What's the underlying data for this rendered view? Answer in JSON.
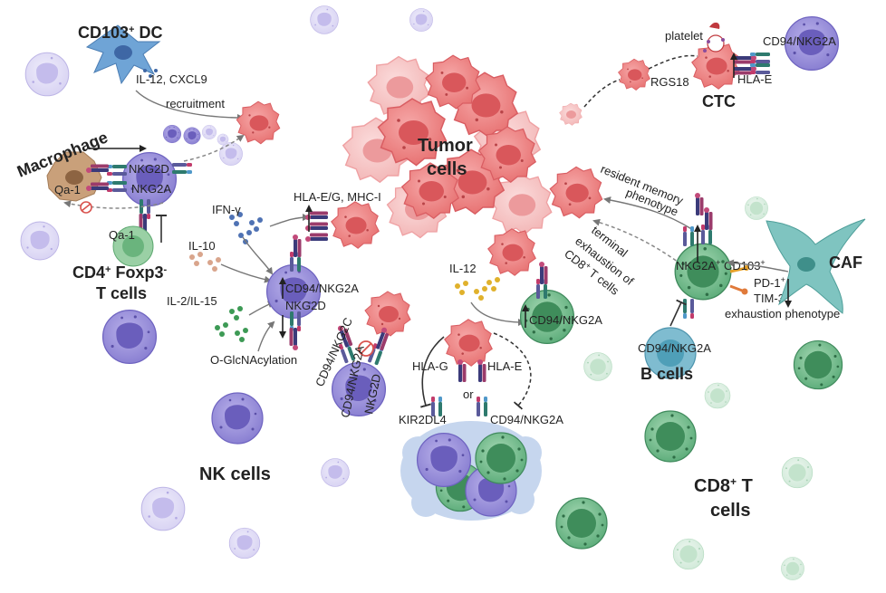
{
  "colors": {
    "nk": "#8e84d6",
    "nk_light": "#cfc8ef",
    "cd8": "#5fae7c",
    "cd8_light": "#cfe7d5",
    "tumor": "#ee7f80",
    "tumor_dark": "#d9575b",
    "arrow": "#777777",
    "caf": "#7fc4c0",
    "bcell": "#7fbcd0"
  },
  "labels": {
    "tumor_cells_line1": "Tumor",
    "tumor_cells_line2": "cells",
    "cd103_dc_main": "CD103",
    "cd103_dc_sup": "+",
    "cd103_dc_tail": " DC",
    "il12_cxcl9": "IL-12, CXCL9",
    "recruitment": "recruitment",
    "macrophage": "Macrophage",
    "qa1_left": "Qa-1",
    "nkg2d_top": "NKG2D",
    "nkg2a_top": "NKG2A",
    "qa1_treg": "Qa-1",
    "cd4_treg_main": "CD4",
    "cd4_treg_sup1": "+",
    "cd4_treg_mid": " Foxp3",
    "cd4_treg_sup2": "-",
    "cd4_treg_line2": "T cells",
    "ifn_gamma": "IFN-γ",
    "il10": "IL-10",
    "il2_il15": "IL-2/IL-15",
    "hla_eg_mhc": "HLA-E/G, MHC-I",
    "cd94_nkg2a_mid": "CD94/NKG2A",
    "nkg2d_mid": "NKG2D",
    "o_glcnac": "O-GlcNAcylation",
    "nk_cells": "NK cells",
    "cd94_nkg2c": "CD94/NKG2C",
    "cd94_nkg2a_rot": "CD94/NKG2A",
    "nkg2d_rot": "NKG2D",
    "hla_g": "HLA-G",
    "hla_e": "HLA-E",
    "or": "or",
    "kir2dl4": "KIR2DL4",
    "cd94_nkg2a_bottom": "CD94/NKG2A",
    "il12_right": "IL-12",
    "cd94_nkg2a_cd8": "CD94/NKG2A",
    "platelet": "platelet",
    "cd94_nkg2a_ctc": "CD94/NKG2A",
    "hla_e_ctc": "HLA-E",
    "rgs18": "RGS18",
    "ctc": "CTC",
    "resident_memory_1": "resident memory",
    "resident_memory_2": "phenotype",
    "terminal_1": "terminal",
    "terminal_2": "exhaustion of",
    "terminal_3": "CD8",
    "terminal_3_sup": "+",
    "terminal_3_tail": " T cells",
    "nkg2a_cd103": "NKG2A",
    "nkg2a_cd103_sup": "+",
    "nkg2a_cd103_tail": " CD103",
    "nkg2a_cd103_sup2": "+",
    "pd1": "PD-1",
    "pd1_sup": "+",
    "tim3": "TIM-3",
    "tim3_sup": "+",
    "exhaustion_phenotype": "exhaustion phenotype",
    "caf": "CAF",
    "cd94_nkg2a_b": "CD94/NKG2A",
    "b_cells": "B cells",
    "cd8_main": "CD8",
    "cd8_sup": "+",
    "cd8_tail": " T",
    "cd8_line2": "cells"
  }
}
